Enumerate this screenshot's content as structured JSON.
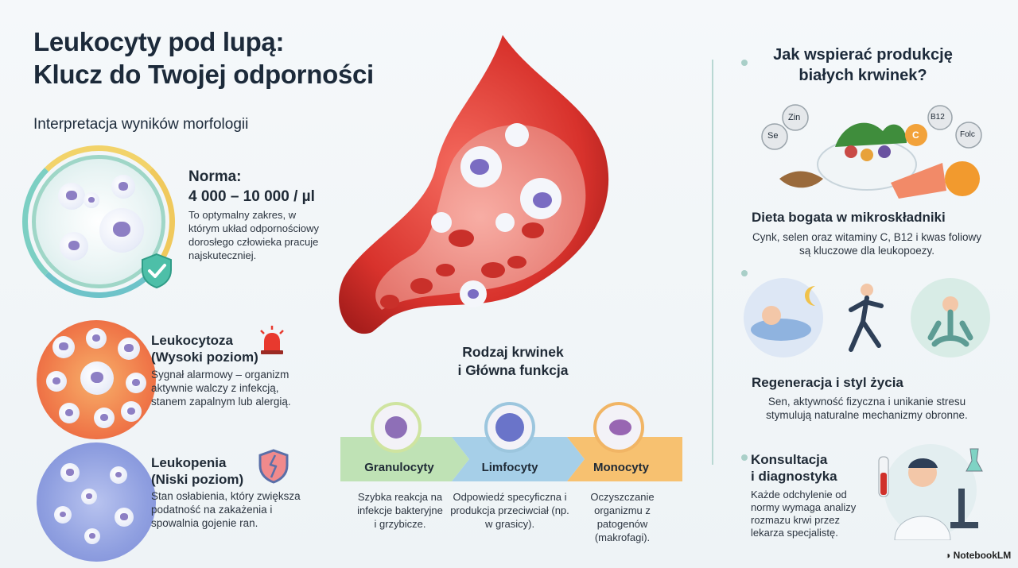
{
  "title": {
    "line1": "Leukocyty pod lupą:",
    "line2": "Klucz do Twojej odporności"
  },
  "interpretation": {
    "heading": "Interpretacja wyników morfologii",
    "norma": {
      "label": "Norma:",
      "range": "4 000 – 10 000 / µl",
      "desc": "To optymalny zakres, w którym układ odpornościowy dorosłego człowieka pracuje najskuteczniej."
    },
    "leukocytoza": {
      "label": "Leukocytoza",
      "level": "(Wysoki poziom)",
      "desc": "Sygnał alarmowy – organizm aktywnie walczy z infekcją, stanem zapalnym lub alergią."
    },
    "leukopenia": {
      "label": "Leukopenia",
      "level": "(Niski poziom)",
      "desc": "Stan osłabienia, który zwiększa podatność na zakażenia i spowalnia gojenie ran."
    }
  },
  "cells": {
    "heading_line1": "Rodzaj krwinek",
    "heading_line2": "i Główna funkcja",
    "items": [
      {
        "name": "Granulocyty",
        "desc": "Szybka reakcja na infekcje bakteryjne i grzybicze."
      },
      {
        "name": "Limfocyty",
        "desc": "Odpowiedź specyficzna i produkcja przeciwciał (np. w grasicy)."
      },
      {
        "name": "Monocyty",
        "desc": "Oczyszczanie organizmu z patogenów (makrofagi)."
      }
    ]
  },
  "support": {
    "heading_line1": "Jak wspierać produkcję",
    "heading_line2": "białych krwinek?",
    "nutrients": [
      "Zin",
      "Se",
      "B12",
      "C",
      "Folc"
    ],
    "diet": {
      "title": "Dieta bogata w mikroskładniki",
      "desc": "Cynk, selen oraz witaminy C, B12 i kwas foliowy są kluczowe dla leukopoezy."
    },
    "regeneration": {
      "title": "Regeneracja i styl życia",
      "desc": "Sen, aktywność fizyczna i unikanie stresu stymulują naturalne mechanizmy obronne."
    },
    "consultation": {
      "title_line1": "Konsultacja",
      "title_line2": "i diagnostyka",
      "desc": "Każde odchylenie od normy wymaga analizy rozmazu krwi przez lekarza specjalistę."
    }
  },
  "brand": "NotebookLM",
  "colors": {
    "normal": "#9fd6c7",
    "high": "#f07a4a",
    "low": "#8f9fe0",
    "blood": "#d8322c"
  }
}
